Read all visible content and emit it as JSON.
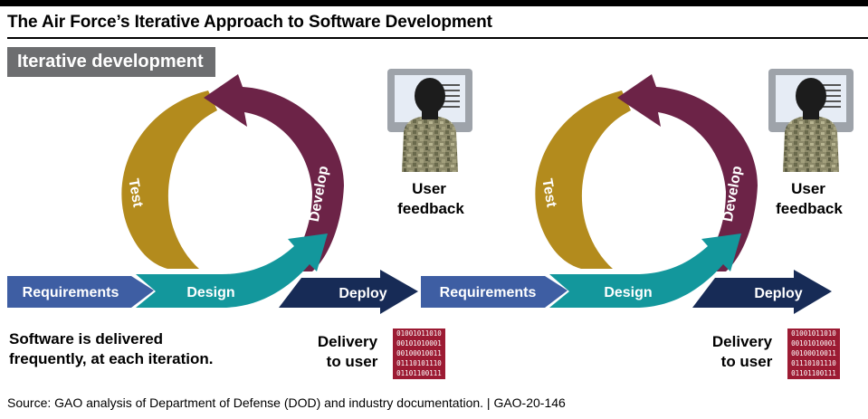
{
  "title": "The Air Force’s Iterative Approach to Software Development",
  "badge": "Iterative development",
  "cycles": [
    {
      "requirements": "Requirements",
      "design": "Design",
      "deploy": "Deploy",
      "test": "Test",
      "develop": "Develop",
      "feedback": [
        "User",
        "feedback"
      ],
      "delivery": [
        "Delivery",
        "to user"
      ]
    },
    {
      "requirements": "Requirements",
      "design": "Design",
      "deploy": "Deploy",
      "test": "Test",
      "develop": "Develop",
      "feedback": [
        "User",
        "feedback"
      ],
      "delivery": [
        "Delivery",
        "to user"
      ]
    }
  ],
  "binary_lines": [
    "01001011010",
    "00101010001",
    "00100010011",
    "01110101110",
    "01101100111"
  ],
  "note_line1": "Software is delivered",
  "note_line2": "frequently, at each iteration.",
  "source": "Source: GAO analysis of Department of Defense (DOD) and industry documentation.  |  GAO-20-146",
  "colors": {
    "requirements": "#3e5ea3",
    "design": "#13979c",
    "deploy": "#172b56",
    "test": "#b38b1d",
    "develop": "#6c2347",
    "binary_bg": "#9c1b33",
    "badge": "#6d6e70"
  }
}
